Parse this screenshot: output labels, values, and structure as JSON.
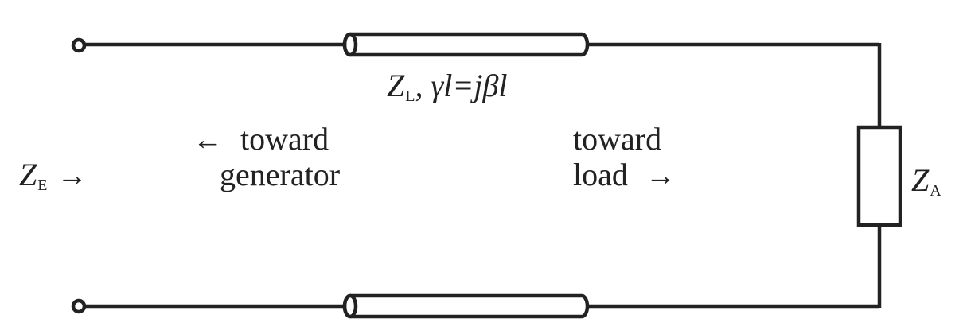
{
  "line_label": {
    "z": "Z",
    "sub": "L",
    "rest": ", γl=jβl"
  },
  "input_impedance": {
    "z": "Z",
    "sub": "E",
    "arrow": "→"
  },
  "load_impedance": {
    "z": "Z",
    "sub": "A"
  },
  "toward_generator": {
    "arrow": "←",
    "line1": "toward",
    "line2": "generator"
  },
  "toward_load": {
    "line1": "toward",
    "line2": "load",
    "arrow": "→"
  }
}
